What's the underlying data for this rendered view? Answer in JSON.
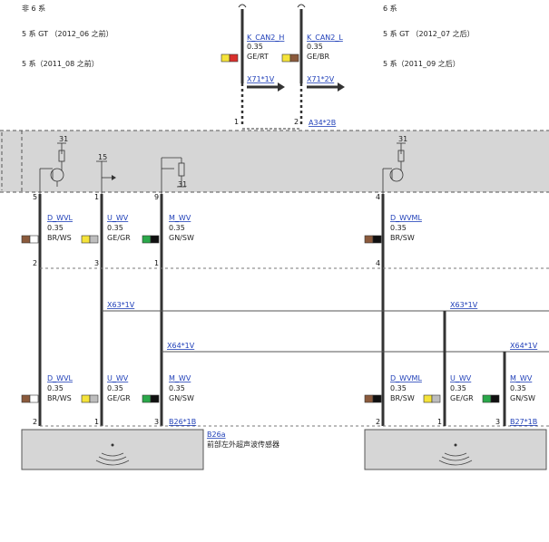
{
  "variants_left": [
    "非 6 系",
    "5 系 GT （2012_06 之前）",
    "5 系（2011_08 之前）"
  ],
  "variants_right": [
    "6 系",
    "5 系 GT （2012_07 之后）",
    "5 系（2011_09 之后）"
  ],
  "can": {
    "h": {
      "name": "K_CAN2_H",
      "size": "0.35",
      "color": "GE/RT",
      "connector": "X71*1V",
      "pin": "1"
    },
    "l": {
      "name": "K_CAN2_L",
      "size": "0.35",
      "color": "GE/BR",
      "connector": "X71*2V",
      "pin": "2"
    },
    "module_connector": "A34*2B"
  },
  "module_left": {
    "pins": [
      "5",
      "1",
      "9"
    ],
    "ground_labels": [
      "31",
      "15",
      "31"
    ],
    "wires": [
      {
        "name": "D_WVL",
        "size": "0.35",
        "color": "BR/WS"
      },
      {
        "name": "U_WV",
        "size": "0.35",
        "color": "GE/GR"
      },
      {
        "name": "M_WV",
        "size": "0.35",
        "color": "GN/SW"
      }
    ],
    "lower_pins": [
      "2",
      "3",
      "1"
    ]
  },
  "module_right": {
    "pin": "4",
    "ground_label": "31",
    "wire": {
      "name": "D_WVML",
      "size": "0.35",
      "color": "BR/SW"
    },
    "lower_pin": "4"
  },
  "splices": {
    "s1": "X63*1V",
    "s2": "X64*1V"
  },
  "sensor_left": {
    "wires": [
      {
        "name": "D_WVL",
        "size": "0.35",
        "color": "BR/WS"
      },
      {
        "name": "U_WV",
        "size": "0.35",
        "color": "GE/GR"
      },
      {
        "name": "M_WV",
        "size": "0.35",
        "color": "GN/SW"
      }
    ],
    "pins": [
      "2",
      "1",
      "3"
    ],
    "connector": "B26*1B",
    "component_id": "B26a",
    "component_name": "前部左外超声波传感器"
  },
  "sensor_right": {
    "wires": [
      {
        "name": "D_WVML",
        "size": "0.35",
        "color": "BR/SW"
      },
      {
        "name": "U_WV",
        "size": "0.35",
        "color": "GE/GR"
      },
      {
        "name": "M_WV",
        "size": "0.35",
        "color": "GN/SW"
      }
    ],
    "pins": [
      "2",
      "1",
      "3"
    ],
    "connector": "B27*1B"
  },
  "colors": {
    "link": "#1f3fb8",
    "module_fill": "#d6d6d6",
    "wire": "#333333",
    "yellow": "#f5e33a",
    "red": "#d9302c",
    "brown": "#8b5a3c",
    "green": "#2aa84a",
    "gray": "#bdbdbd",
    "black": "#111111"
  }
}
